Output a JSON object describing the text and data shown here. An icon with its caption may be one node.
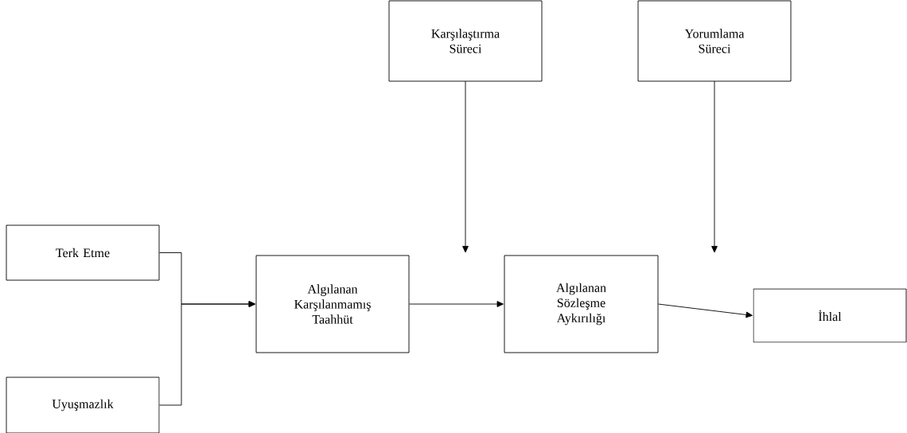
{
  "diagram": {
    "nodes": [
      {
        "text": [
          "Terk Etme"
        ]
      },
      {
        "text": [
          "Uyuşmazlık"
        ]
      },
      {
        "text": [
          "Algılanan Karşılanmamış Taahhüt"
        ]
      },
      {
        "text": [
          "Karşılaştırma Süreci"
        ]
      },
      {
        "text": [
          "Algılanan Sözleşme Aykırılığı"
        ]
      },
      {
        "text": [
          "Yorumlama Süreci"
        ]
      },
      {
        "text": [
          "İhlal"
        ]
      }
    ],
    "edges": [
      {
        "from": 0,
        "to": 2,
        "arrow": "to"
      },
      {
        "from": 1,
        "to": 2,
        "arrow": "to"
      },
      {
        "from": 2,
        "to": 4,
        "arrow": "to"
      },
      {
        "from": 3,
        "to": null,
        "arrow": "to"
      },
      {
        "from": 4,
        "to": 6,
        "arrow": "to"
      },
      {
        "from": 5,
        "to": null,
        "arrow": "to"
      }
    ]
  }
}
